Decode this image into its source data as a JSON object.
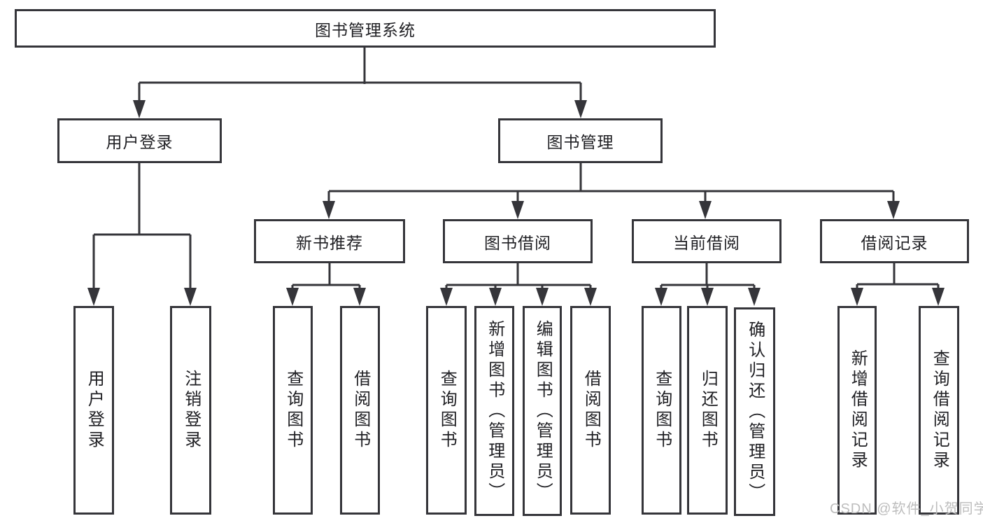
{
  "colors": {
    "line": "#35353a",
    "text": "#1f1f23",
    "watermark": "#bdbdbd",
    "bg": "#ffffff"
  },
  "diagram": {
    "root": {
      "label": "图书管理系统"
    },
    "branches": [
      {
        "label": "用户登录",
        "children": [
          {
            "label": "用户登录"
          },
          {
            "label": "注销登录"
          }
        ]
      },
      {
        "label": "图书管理",
        "children": [
          {
            "label": "新书推荐",
            "children": [
              {
                "label": "查询图书"
              },
              {
                "label": "借阅图书"
              }
            ]
          },
          {
            "label": "图书借阅",
            "children": [
              {
                "label": "查询图书"
              },
              {
                "label": "新增图书（管理员）"
              },
              {
                "label": "编辑图书（管理员）"
              },
              {
                "label": "借阅图书"
              }
            ]
          },
          {
            "label": "当前借阅",
            "children": [
              {
                "label": "查询图书"
              },
              {
                "label": "归还图书"
              },
              {
                "label": "确认归还（管理员）"
              }
            ]
          },
          {
            "label": "借阅记录",
            "children": [
              {
                "label": "新增借阅记录"
              },
              {
                "label": "查询借阅记录"
              }
            ]
          }
        ]
      }
    ]
  },
  "watermark": {
    "text": "CSDN @软件_小贺同学"
  }
}
